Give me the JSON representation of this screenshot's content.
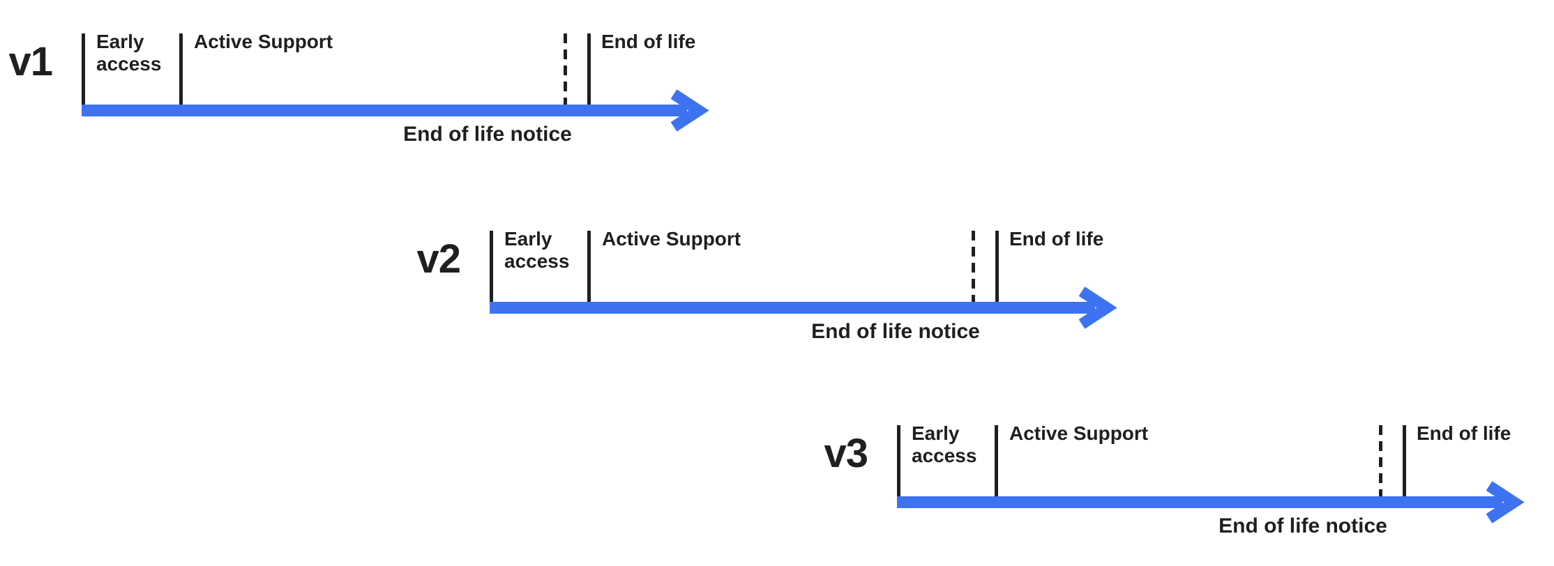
{
  "colors": {
    "arrow_blue": "#3d72f0",
    "ink": "#1f1f1f",
    "background": "#ffffff"
  },
  "rows": [
    {
      "version": "v1",
      "early_access": "Early access",
      "active_support": "Active Support",
      "end_of_life": "End of life",
      "eol_notice": "End of life notice"
    },
    {
      "version": "v2",
      "early_access": "Early access",
      "active_support": "Active Support",
      "end_of_life": "End of life",
      "eol_notice": "End of life notice"
    },
    {
      "version": "v3",
      "early_access": "Early access",
      "active_support": "Active Support",
      "end_of_life": "End of life",
      "eol_notice": "End of life notice"
    }
  ]
}
